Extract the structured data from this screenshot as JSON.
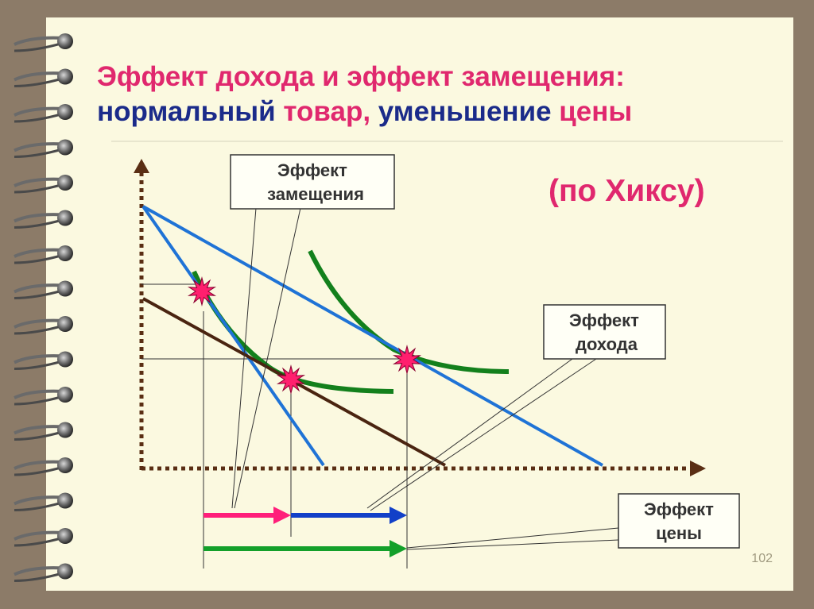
{
  "title": {
    "line1": "Эффект дохода и эффект замещения:",
    "line2_part1": "нормальный ",
    "line2_part2": "товар, ",
    "line2_part3": "уменьшение ",
    "line2_part4": "цены"
  },
  "subtitle": "(по Хиксу)",
  "labels": {
    "substitution_line1": "Эффект",
    "substitution_line2": "замещения",
    "income_line1": "Эффект",
    "income_line2": "дохода",
    "price_line1": "Эффект",
    "price_line2": "цены"
  },
  "page_number": "102",
  "colors": {
    "title_pink": "#e0286e",
    "title_navy": "#1b2b8a",
    "budget_blue": "#1f73d6",
    "budget_brown": "#4a2410",
    "curve_green": "#13801c",
    "arrow_pink": "#ff1f7a",
    "arrow_blue": "#1240c8",
    "arrow_green": "#13a02a",
    "star_pink": "#ff1f6e",
    "paper": "#fbf9e0"
  }
}
